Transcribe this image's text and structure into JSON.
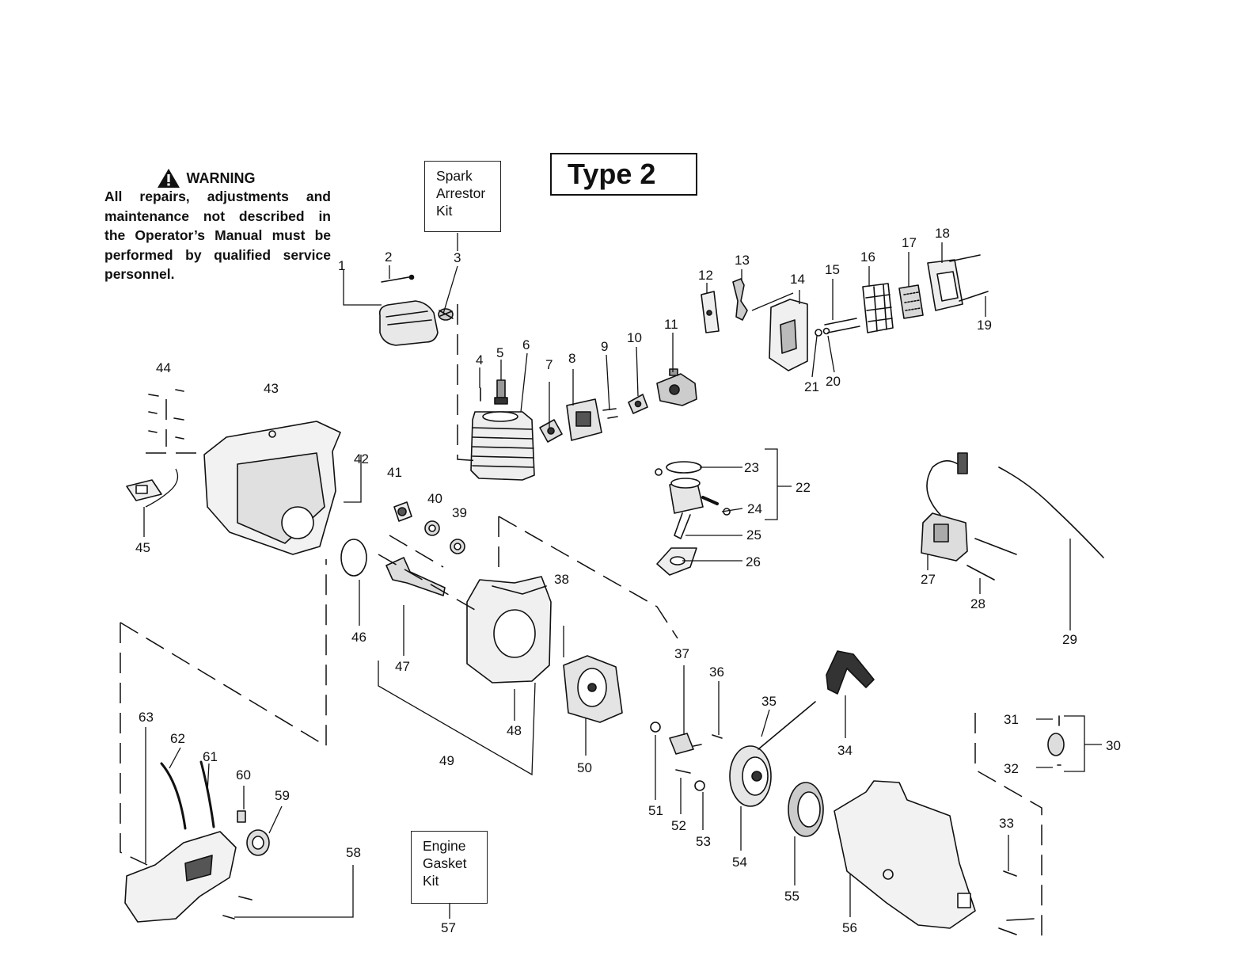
{
  "warning": {
    "title": "WARNING",
    "lines": [
      "All repairs, adjustments and",
      "maintenance not described in",
      "the Operator’s Manual must be",
      "performed by qualified service",
      "personnel."
    ]
  },
  "type_label": "Type 2",
  "kits": {
    "spark_arrestor": [
      "Spark",
      "Arrestor",
      "Kit"
    ],
    "engine_gasket": [
      "Engine",
      "Gasket",
      "Kit"
    ]
  },
  "callouts": [
    "1",
    "2",
    "3",
    "4",
    "5",
    "6",
    "7",
    "8",
    "9",
    "10",
    "11",
    "12",
    "13",
    "14",
    "15",
    "16",
    "17",
    "18",
    "19",
    "20",
    "21",
    "22",
    "23",
    "24",
    "25",
    "26",
    "27",
    "28",
    "29",
    "30",
    "31",
    "32",
    "33",
    "34",
    "35",
    "36",
    "37",
    "38",
    "39",
    "40",
    "41",
    "42",
    "43",
    "44",
    "45",
    "46",
    "47",
    "48",
    "49",
    "50",
    "51",
    "52",
    "53",
    "54",
    "55",
    "56",
    "57",
    "58",
    "59",
    "60",
    "61",
    "62",
    "63"
  ]
}
